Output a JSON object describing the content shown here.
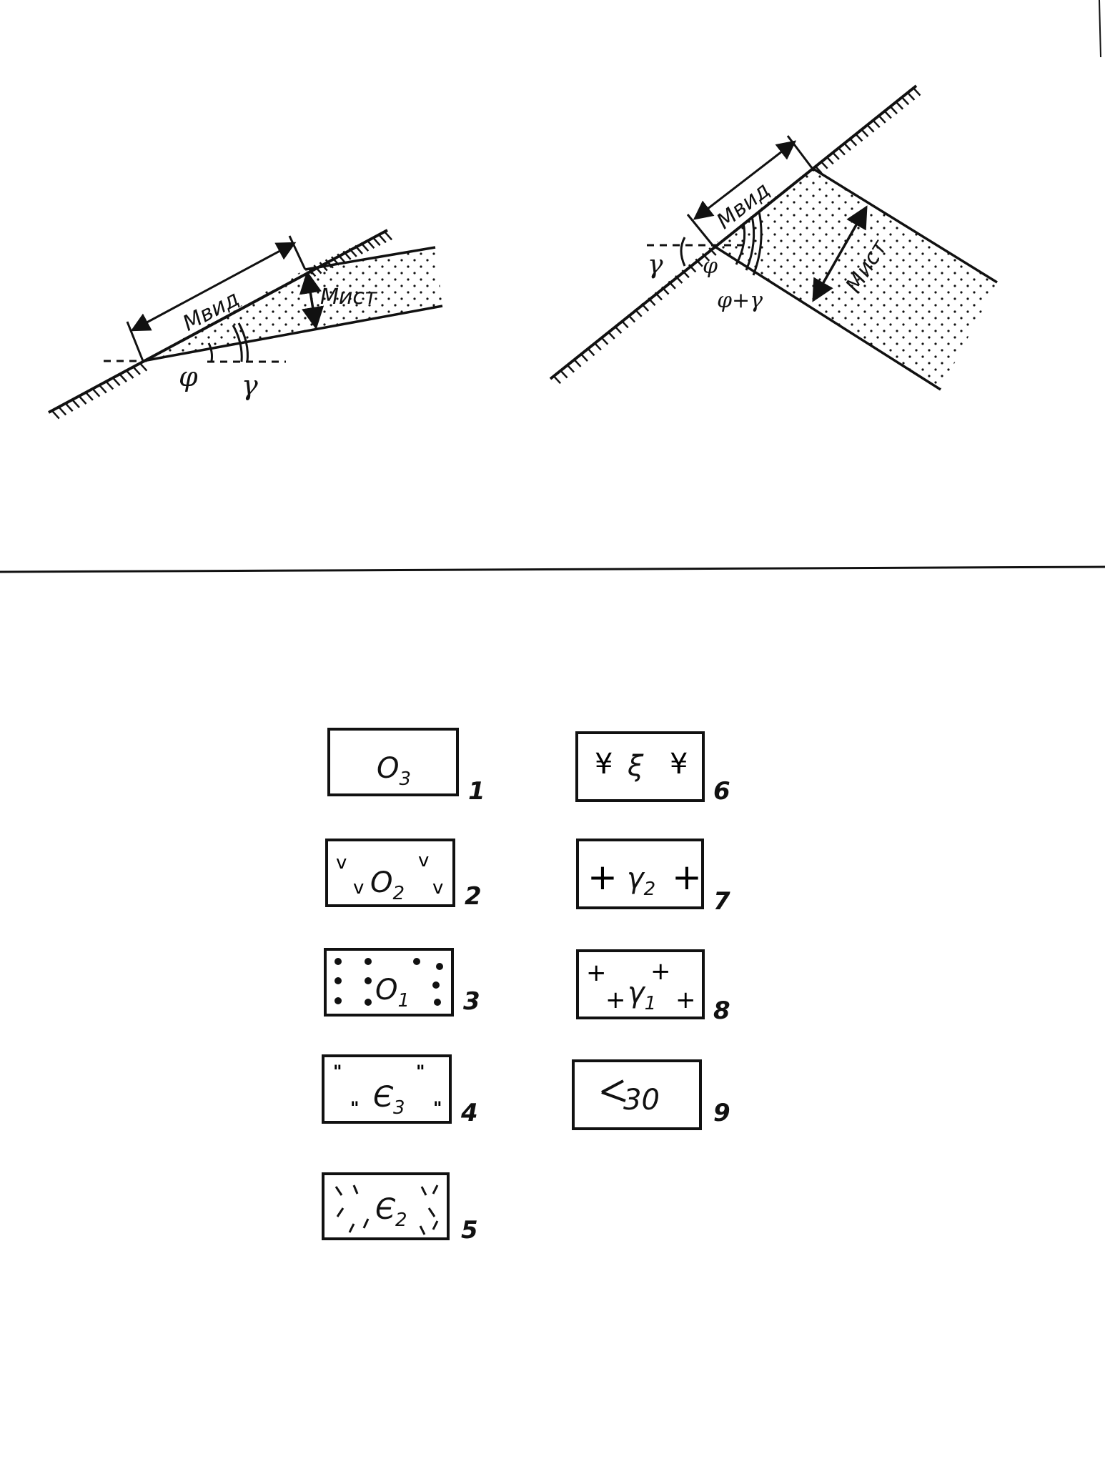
{
  "diagram_left": {
    "apparent_label": "Мвид",
    "true_label": "Мист",
    "angle_phi": "φ",
    "angle_gamma": "γ"
  },
  "diagram_right": {
    "apparent_label": "Мвид",
    "true_label": "Мист",
    "angle_gamma": "γ",
    "angle_phi": "φ",
    "angle_sum": "φ+γ"
  },
  "legend": [
    {
      "symbol": "O",
      "sub": "3",
      "number": "1"
    },
    {
      "symbol": "O",
      "sub": "2",
      "number": "2"
    },
    {
      "symbol": "O",
      "sub": "1",
      "number": "3"
    },
    {
      "symbol": "Є",
      "sub": "3",
      "number": "4"
    },
    {
      "symbol": "Є",
      "sub": "2",
      "number": "5"
    },
    {
      "symbol": "ξ",
      "sub": "",
      "number": "6"
    },
    {
      "symbol": "γ",
      "sub": "2",
      "number": "7"
    },
    {
      "symbol": "γ",
      "sub": "1",
      "number": "8"
    },
    {
      "symbol": "30",
      "sub": "",
      "number": "9"
    }
  ]
}
